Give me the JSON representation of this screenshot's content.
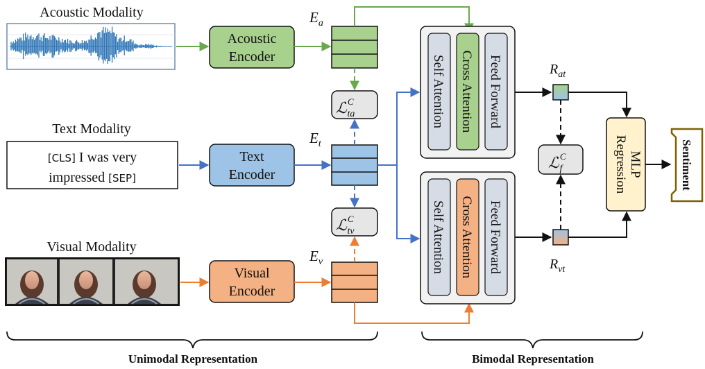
{
  "modalities": {
    "acoustic": "Acoustic Modality",
    "text": "Text Modality",
    "visual": "Visual Modality"
  },
  "text_input": {
    "cls_token": "[CLS]",
    "line1_rest": " I was very",
    "line2_word": "impressed ",
    "sep_token": "[SEP]"
  },
  "encoders": {
    "acoustic": [
      "Acoustic",
      "Encoder"
    ],
    "text": [
      "Text",
      "Encoder"
    ],
    "visual": [
      "Visual",
      "Encoder"
    ]
  },
  "embeddings": {
    "acoustic": {
      "base": "E",
      "sub": "a"
    },
    "text": {
      "base": "E",
      "sub": "t"
    },
    "visual": {
      "base": "E",
      "sub": "v"
    }
  },
  "losses": {
    "ta": {
      "base": "ℒ",
      "sup": "C",
      "sub": "ta"
    },
    "tv": {
      "base": "ℒ",
      "sup": "C",
      "sub": "tv"
    },
    "f": {
      "base": "ℒ",
      "sup": "C",
      "sub": "f"
    }
  },
  "transformer_blocks": {
    "top": [
      "Self Attention",
      "Cross Attention",
      "Feed Forward"
    ],
    "bottom": [
      "Self Attention",
      "Cross Attention",
      "Feed Forward"
    ]
  },
  "representations": {
    "at": {
      "base": "R",
      "sub": "at"
    },
    "vt": {
      "base": "R",
      "sub": "vt"
    }
  },
  "mlp": [
    "MLP",
    "Regression"
  ],
  "output": "Sentiment",
  "sections": {
    "unimodal": "Unimodal Representation",
    "bimodal": "Bimodal Representation"
  },
  "colors": {
    "acoustic": "#6aa84f",
    "acoustic_fill": "#a9d18e",
    "text": "#4472c4",
    "text_fill": "#9dc3e6",
    "visual": "#ed7d31",
    "visual_fill": "#f4b183",
    "mlp_fill": "#fff2cc",
    "output_border": "#7f6000"
  }
}
